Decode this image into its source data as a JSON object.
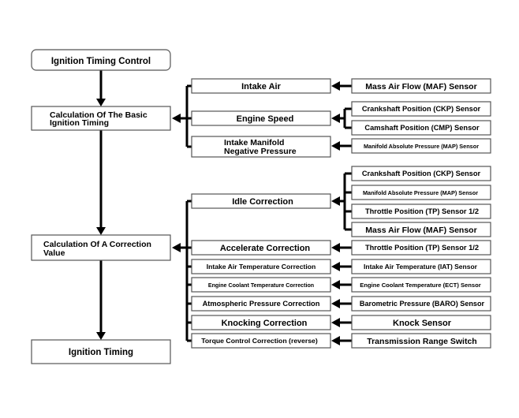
{
  "colors": {
    "line": "#000000",
    "box_border": "#555555",
    "text": "#000000",
    "background": "#ffffff"
  },
  "left": {
    "ignition_timing_control": "Ignition Timing Control",
    "basic_timing_line1": "Calculation Of The Basic",
    "basic_timing_line2": "Ignition Timing",
    "correction_value_line1": "Calculation Of A Correction",
    "correction_value_line2": "Value",
    "ignition_timing": "Ignition Timing"
  },
  "middle": {
    "intake_air": "Intake Air",
    "engine_speed": "Engine Speed",
    "intake_manifold_line1": "Intake Manifold",
    "intake_manifold_line2": "Negative Pressure",
    "idle_correction": "Idle Correction",
    "accelerate_correction": "Accelerate Correction",
    "intake_air_temp_correction": "Intake Air Temperature Correction",
    "engine_coolant_temp_correction": "Engine Coolant Temperature Correction",
    "atmospheric_pressure_correction": "Atmospheric Pressure Correction",
    "knocking_correction": "Knocking Correction",
    "torque_control_correction": "Torque Control Correction (reverse)"
  },
  "sensors": {
    "maf_1": "Mass Air Flow (MAF) Sensor",
    "ckp_1": "Crankshaft Position (CKP) Sensor",
    "cmp": "Camshaft Position (CMP) Sensor",
    "map_1": "Manifold Absolute Pressure (MAP) Sensor",
    "ckp_2": "Crankshaft Position (CKP) Sensor",
    "map_2": "Manifold Absolute Pressure (MAP) Sensor",
    "tp_1": "Throttle Position (TP) Sensor 1/2",
    "maf_2": "Mass Air Flow (MAF) Sensor",
    "tp_2": "Throttle Position (TP) Sensor 1/2",
    "iat": "Intake Air Temperature (IAT) Sensor",
    "ect": "Engine Coolant Temperature (ECT) Sensor",
    "baro": "Barometric Pressure (BARO) Sensor",
    "knock": "Knock Sensor",
    "trs": "Transmission Range Switch"
  }
}
